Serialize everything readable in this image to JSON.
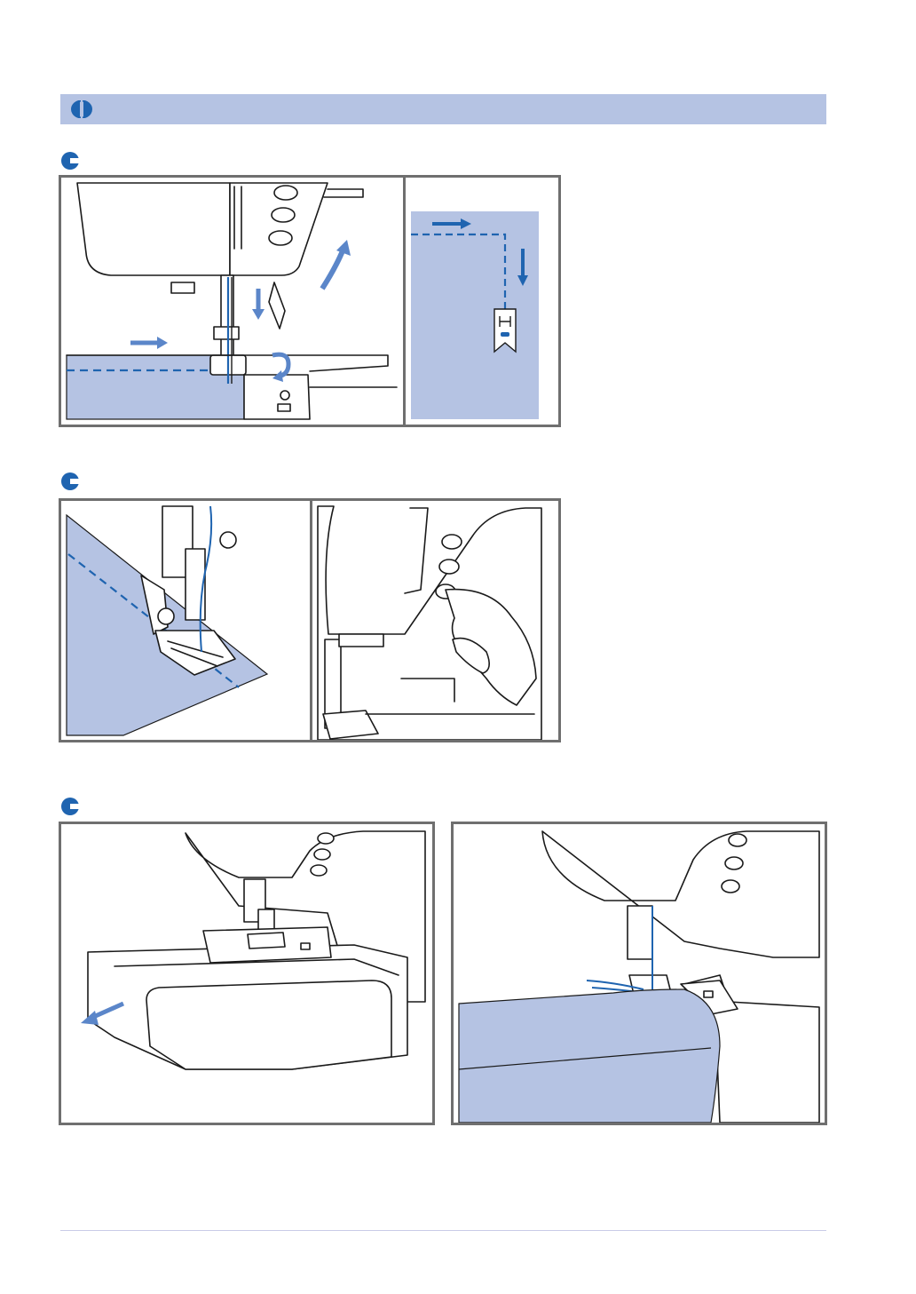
{
  "colors": {
    "section_bar": "#b5c3e3",
    "fabric": "#b5c3e3",
    "accent_blue": "#1f64b0",
    "arrow_blue": "#5b86c9",
    "frame_gray": "#6f6f6f",
    "footer_rule": "#c9cbe8"
  },
  "icons": {
    "section": "section-marker-icon",
    "step": "step-bullet-icon"
  },
  "steps": [
    {
      "name": "step-1",
      "illustrations": [
        "turning-corner-with-needle-down",
        "stitch-path-corner-diagram"
      ]
    },
    {
      "name": "step-2",
      "illustrations": [
        "sewing-diagonal-seam",
        "pressing-reverse-button"
      ]
    },
    {
      "name": "step-3",
      "illustrations": [
        "removing-flat-bed-attachment",
        "free-arm-sewing-tube"
      ]
    }
  ]
}
